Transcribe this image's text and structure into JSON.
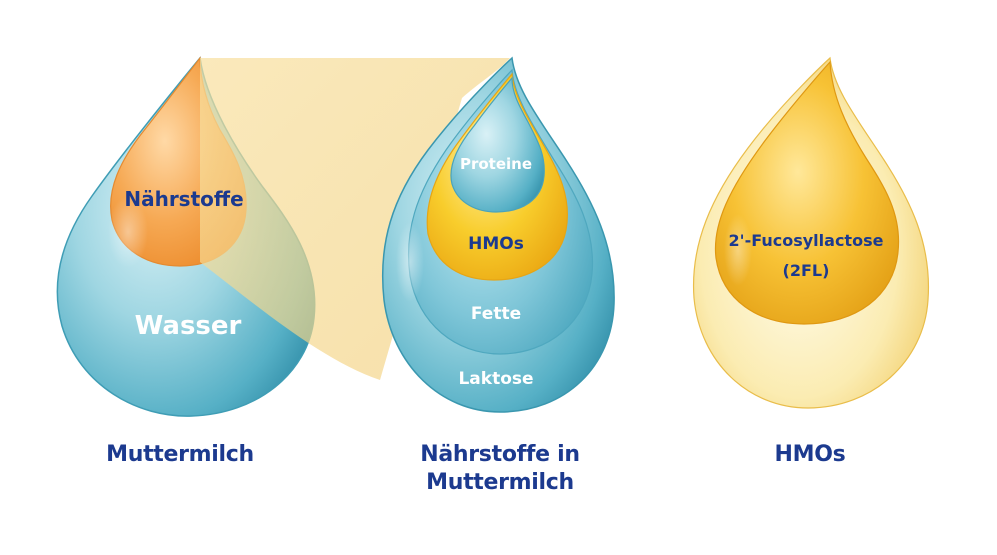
{
  "drops": {
    "milk": {
      "outer_label": "Wasser",
      "inner_label": "Nährstoffe",
      "caption": "Muttermilch"
    },
    "nutrients": {
      "layer_proteine": "Proteine",
      "layer_hmos": "HMOs",
      "layer_fette": "Fette",
      "layer_laktose": "Laktose",
      "caption_line1": "Nährstoffe in",
      "caption_line2": "Muttermilch"
    },
    "hmos": {
      "inner_label_line1": "2'-Fucosyllactose",
      "inner_label_line2": "(2FL)",
      "caption": "HMOs"
    }
  },
  "colors": {
    "caption_text": "#1c3a8f",
    "label_dark": "#1c3a8f",
    "label_light": "#ffffff",
    "water_blue": "#7cc6d6",
    "nutrient_orange": "#f3a24a",
    "hmo_yellow": "#f5c420",
    "beam": "#f6d98e"
  }
}
